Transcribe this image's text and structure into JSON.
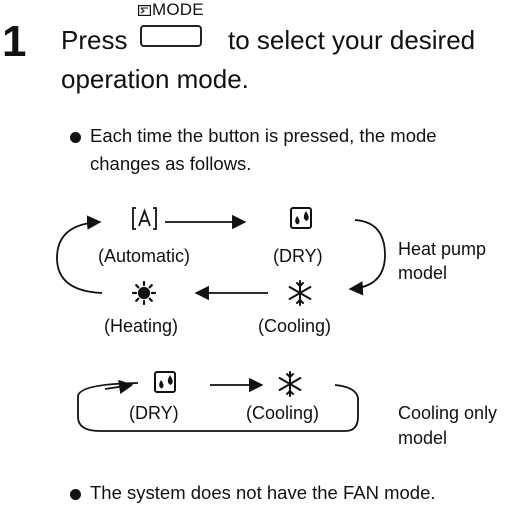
{
  "step": {
    "number": "1",
    "button_caption": "MODE",
    "button_icon": "mode-icon",
    "text_before": "Press",
    "text_after": "to select your desired",
    "text_line2": "operation mode."
  },
  "bullets": [
    {
      "line1": "Each time the button is pressed, the mode",
      "line2": "changes as follows."
    },
    {
      "line1": "The system does not have the FAN mode."
    }
  ],
  "heat_pump": {
    "label_line1": "Heat pump",
    "label_line2": "model",
    "modes": [
      {
        "label": "(Automatic)",
        "icon": "auto-mode-icon"
      },
      {
        "label": "(DRY)",
        "icon": "dry-mode-icon"
      },
      {
        "label": "(Cooling)",
        "icon": "cooling-snowflake-icon"
      },
      {
        "label": "(Heating)",
        "icon": "heating-sun-icon"
      }
    ]
  },
  "cooling_only": {
    "label_line1": "Cooling only",
    "label_line2": "model",
    "modes": [
      {
        "label": "(DRY)",
        "icon": "dry-mode-icon"
      },
      {
        "label": "(Cooling)",
        "icon": "cooling-snowflake-icon"
      }
    ]
  }
}
